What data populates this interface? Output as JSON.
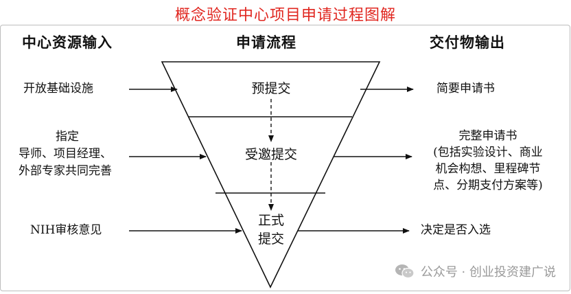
{
  "title": "概念验证中心项目申请过程图解",
  "headers": {
    "input": "中心资源输入",
    "process": "申请流程",
    "output": "交付物输出"
  },
  "stages": {
    "stage1": "预提交",
    "stage2": "受邀提交",
    "stage3_line1": "正式",
    "stage3_line2": "提交"
  },
  "inputs": {
    "row1": "开放基础设施",
    "row2_line1": "指定",
    "row2_line2": "导师、项目经理、",
    "row2_line3": "外部专家共同完善",
    "row3": "NIH审核意见"
  },
  "outputs": {
    "row1": "简要申请书",
    "row2_line1": "完整申请书",
    "row2_line2": "(包括实验设计、商业",
    "row2_line3": "机会构想、里程碑节",
    "row2_line4": "点、分期支付方案等)",
    "row3": "决定是否入选"
  },
  "watermark": {
    "icon": "wechat-icon",
    "text": "公众号 · 创业投资建广说"
  },
  "colors": {
    "title": "#e0261f",
    "lines": "#111111",
    "watermark": "#9a9a9a"
  }
}
